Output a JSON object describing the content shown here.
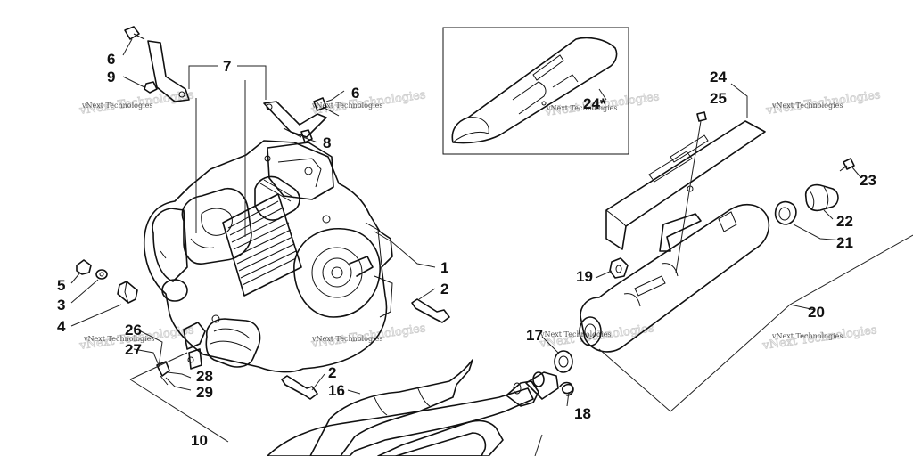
{
  "callouts": [
    {
      "id": "c1",
      "text": "1"
    },
    {
      "id": "c2a",
      "text": "2"
    },
    {
      "id": "c2b",
      "text": "2"
    },
    {
      "id": "c3",
      "text": "3"
    },
    {
      "id": "c4",
      "text": "4"
    },
    {
      "id": "c5",
      "text": "5"
    },
    {
      "id": "c6a",
      "text": "6"
    },
    {
      "id": "c6b",
      "text": "6"
    },
    {
      "id": "c7",
      "text": "7"
    },
    {
      "id": "c8",
      "text": "8"
    },
    {
      "id": "c9",
      "text": "9"
    },
    {
      "id": "c10",
      "text": "10"
    },
    {
      "id": "c16",
      "text": "16"
    },
    {
      "id": "c17",
      "text": "17"
    },
    {
      "id": "c18",
      "text": "18"
    },
    {
      "id": "c19",
      "text": "19"
    },
    {
      "id": "c20",
      "text": "20"
    },
    {
      "id": "c21",
      "text": "21"
    },
    {
      "id": "c22",
      "text": "22"
    },
    {
      "id": "c23",
      "text": "23"
    },
    {
      "id": "c24a",
      "text": "24"
    },
    {
      "id": "c24b",
      "text": "24*"
    },
    {
      "id": "c25",
      "text": "25"
    },
    {
      "id": "c26",
      "text": "26"
    },
    {
      "id": "c27",
      "text": "27"
    },
    {
      "id": "c28",
      "text": "28"
    },
    {
      "id": "c29",
      "text": "29"
    }
  ],
  "watermark": "vNext Technologies"
}
